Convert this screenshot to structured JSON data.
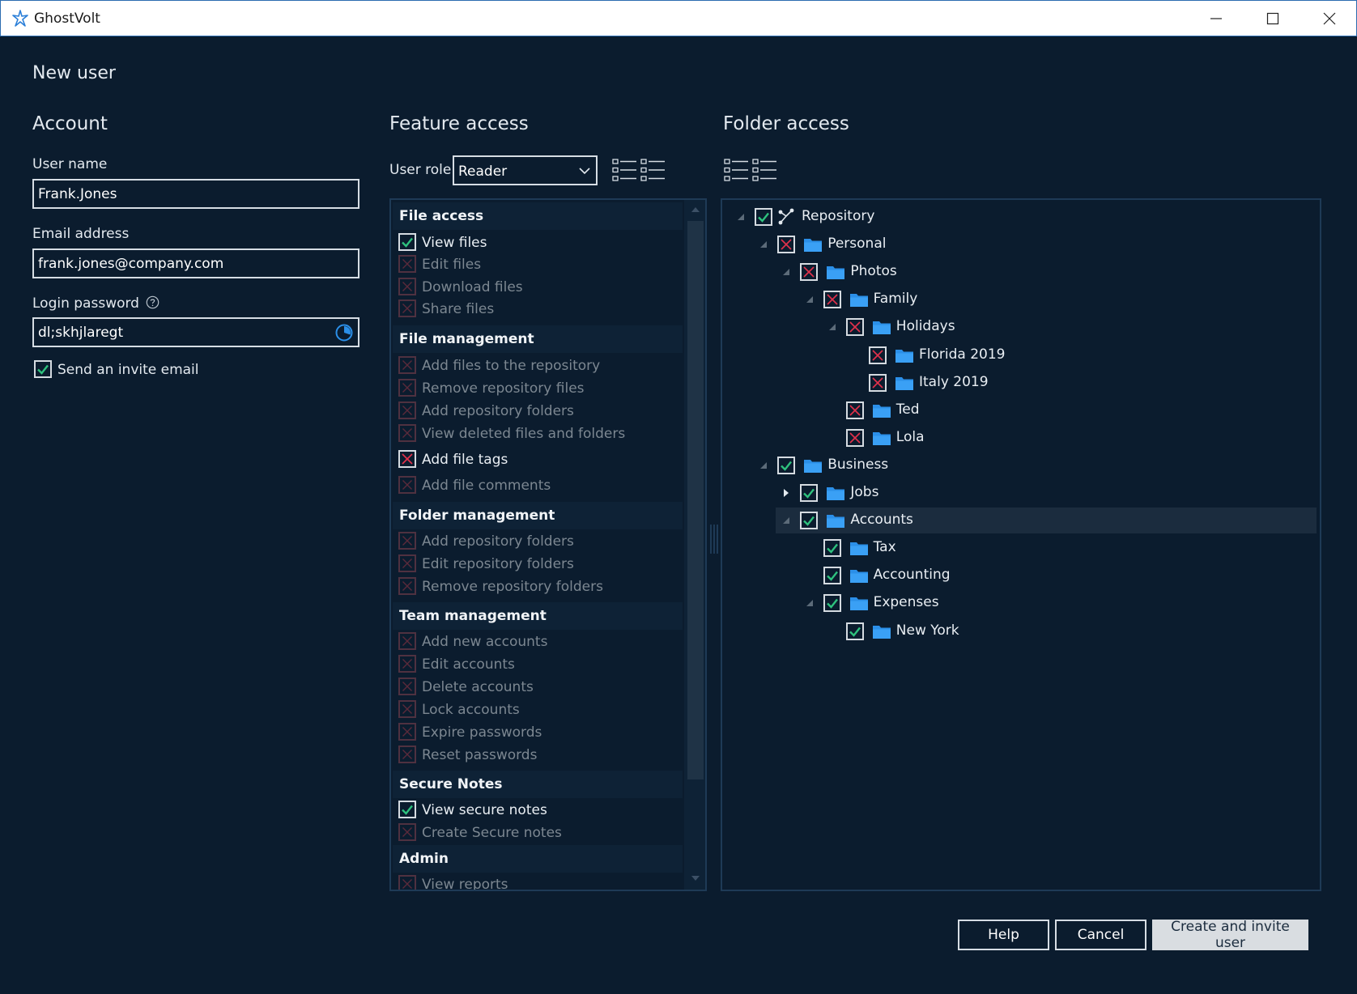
{
  "app": {
    "title": "GhostVolt"
  },
  "page": {
    "title": "New user"
  },
  "account": {
    "heading": "Account",
    "username_label": "User name",
    "username_value": "Frank.Jones",
    "email_label": "Email address",
    "email_value": "frank.jones@company.com",
    "password_label": "Login password",
    "password_value": "dl;skhjlaregt",
    "invite_label": "Send an invite email",
    "invite_checked": true
  },
  "feature_access": {
    "heading": "Feature access",
    "role_label": "User role",
    "role_value": "Reader",
    "groups": [
      {
        "title": "File access",
        "items": [
          {
            "label": "View files",
            "checked": true,
            "enabled": true
          },
          {
            "label": "Edit files",
            "checked": false,
            "enabled": false
          },
          {
            "label": "Download files",
            "checked": false,
            "enabled": false
          },
          {
            "label": "Share files",
            "checked": false,
            "enabled": false
          }
        ]
      },
      {
        "title": "File management",
        "items": [
          {
            "label": "Add files to the repository",
            "checked": false,
            "enabled": false
          },
          {
            "label": "Remove repository files",
            "checked": false,
            "enabled": false
          },
          {
            "label": "Add repository folders",
            "checked": false,
            "enabled": false
          },
          {
            "label": "View deleted files and folders",
            "checked": false,
            "enabled": false
          },
          {
            "label": "Add file tags",
            "checked": false,
            "enabled": true
          },
          {
            "label": "Add file comments",
            "checked": false,
            "enabled": false
          }
        ]
      },
      {
        "title": "Folder management",
        "items": [
          {
            "label": "Add repository folders",
            "checked": false,
            "enabled": false
          },
          {
            "label": "Edit repository folders",
            "checked": false,
            "enabled": false
          },
          {
            "label": "Remove repository folders",
            "checked": false,
            "enabled": false
          }
        ]
      },
      {
        "title": "Team management",
        "items": [
          {
            "label": "Add new accounts",
            "checked": false,
            "enabled": false
          },
          {
            "label": "Edit accounts",
            "checked": false,
            "enabled": false
          },
          {
            "label": "Delete accounts",
            "checked": false,
            "enabled": false
          },
          {
            "label": "Lock accounts",
            "checked": false,
            "enabled": false
          },
          {
            "label": "Expire passwords",
            "checked": false,
            "enabled": false
          },
          {
            "label": "Reset passwords",
            "checked": false,
            "enabled": false
          }
        ]
      },
      {
        "title": "Secure Notes",
        "items": [
          {
            "label": "View secure notes",
            "checked": true,
            "enabled": true
          },
          {
            "label": "Create Secure notes",
            "checked": false,
            "enabled": false
          }
        ]
      },
      {
        "title": "Admin",
        "items": [
          {
            "label": "View reports",
            "checked": false,
            "enabled": false
          }
        ]
      }
    ]
  },
  "folder_access": {
    "heading": "Folder access",
    "tree": [
      {
        "label": "Repository",
        "depth": 0,
        "checked": true,
        "expander": "expanded",
        "icon": "repository-icon"
      },
      {
        "label": "Personal",
        "depth": 1,
        "checked": false,
        "expander": "expanded",
        "icon": "folder-icon"
      },
      {
        "label": "Photos",
        "depth": 2,
        "checked": false,
        "expander": "expanded",
        "icon": "folder-icon"
      },
      {
        "label": "Family",
        "depth": 3,
        "checked": false,
        "expander": "expanded",
        "icon": "folder-icon"
      },
      {
        "label": "Holidays",
        "depth": 4,
        "checked": false,
        "expander": "expanded",
        "icon": "folder-icon"
      },
      {
        "label": "Florida 2019",
        "depth": 5,
        "checked": false,
        "expander": "none",
        "icon": "folder-icon"
      },
      {
        "label": "Italy 2019",
        "depth": 5,
        "checked": false,
        "expander": "none",
        "icon": "folder-icon"
      },
      {
        "label": "Ted",
        "depth": 4,
        "checked": false,
        "expander": "none",
        "icon": "folder-icon"
      },
      {
        "label": "Lola",
        "depth": 4,
        "checked": false,
        "expander": "none",
        "icon": "folder-icon"
      },
      {
        "label": "Business",
        "depth": 1,
        "checked": true,
        "expander": "expanded",
        "icon": "folder-icon"
      },
      {
        "label": "Jobs",
        "depth": 2,
        "checked": true,
        "expander": "collapsed",
        "icon": "folder-icon"
      },
      {
        "label": "Accounts",
        "depth": 2,
        "checked": true,
        "expander": "expanded",
        "icon": "folder-icon",
        "selected": true
      },
      {
        "label": "Tax",
        "depth": 3,
        "checked": true,
        "expander": "none",
        "icon": "folder-icon"
      },
      {
        "label": "Accounting",
        "depth": 3,
        "checked": true,
        "expander": "none",
        "icon": "folder-icon"
      },
      {
        "label": "Expenses",
        "depth": 3,
        "checked": true,
        "expander": "expanded",
        "icon": "folder-icon"
      },
      {
        "label": "New York",
        "depth": 4,
        "checked": true,
        "expander": "none",
        "icon": "folder-icon"
      }
    ]
  },
  "buttons": {
    "help": "Help",
    "cancel": "Cancel",
    "create": "Create and invite user"
  },
  "colors": {
    "background": "#0b1c2e",
    "check_green": "#2ec27e",
    "cross_red": "#e0314b",
    "folder_blue": "#2b8fe8"
  }
}
